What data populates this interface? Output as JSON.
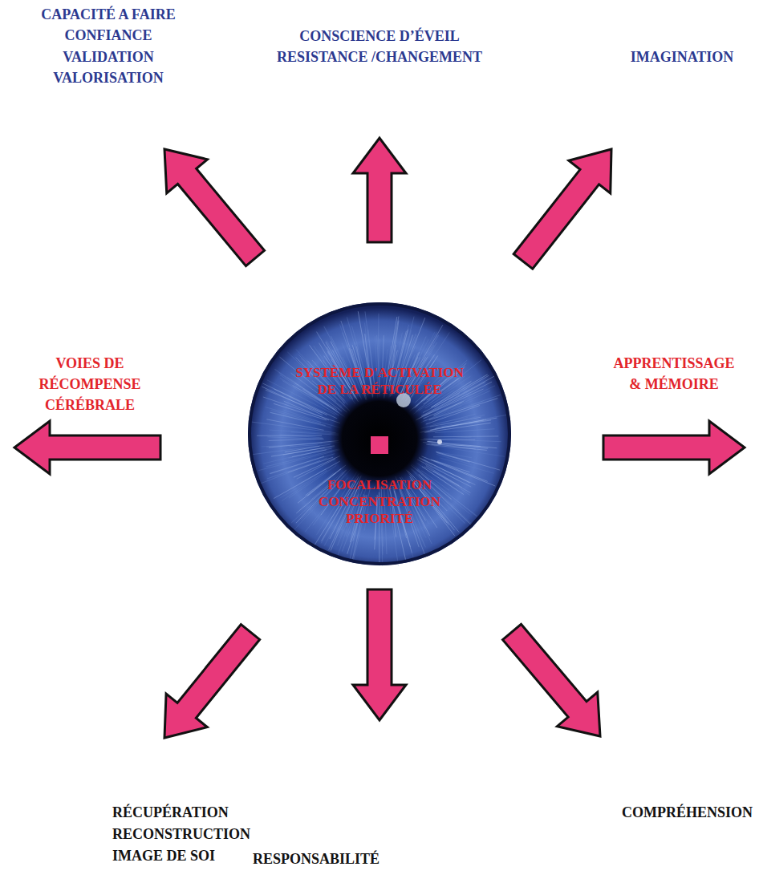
{
  "diagram": {
    "nodes": [
      {
        "text": [
          "SYSTÈME D'ACTIVATION DE LA RÉTICULÉE",
          "FOCALISATION CONCENTRATION PRIORITÉ"
        ]
      }
    ],
    "labels": [
      "CAPACITÉ A FAIRE CONFIANCE",
      "VALIDATION",
      "VALORISATION",
      "CONSCIENCE D’ÉVEIL",
      "RESISTANCE /CHANGEMENT",
      "IMAGINATION",
      "VOIES DE RÉCOMPENSE CÉRÉBRALE",
      "APPRENTISSAGE & MÉMOIRE",
      "RÉCUPÉRATION",
      "RECONSTRUCTION",
      "IMAGE DE SOI",
      "RESPONSABILITÉ",
      "COMPRÉHENSION"
    ]
  }
}
